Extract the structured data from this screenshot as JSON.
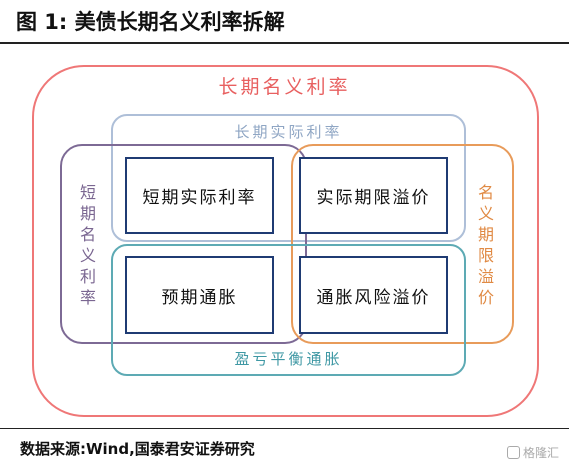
{
  "figure": {
    "title": "图 1:  美债长期名义利率拆解",
    "source": "数据来源:Wind,国泰君安证券研究",
    "watermark": "格隆汇"
  },
  "diagram": {
    "outer_label": "长期名义利率",
    "long_real_label": "长期实际利率",
    "short_rate_label": "短期名义利率",
    "term_premium_label": "名义期限溢价",
    "breakeven_label": "盈亏平衡通胀",
    "cells": [
      {
        "label": "短期实际利率"
      },
      {
        "label": "实际期限溢价"
      },
      {
        "label": "预期通胀"
      },
      {
        "label": "通胀风险溢价"
      }
    ]
  },
  "colors": {
    "outer": "#ef7777",
    "long_real": "#aebfd8",
    "short_rate": "#7d6a95",
    "term_premium": "#e89b5a",
    "breakeven": "#5daab4",
    "cell_border": "#1f3b73"
  }
}
